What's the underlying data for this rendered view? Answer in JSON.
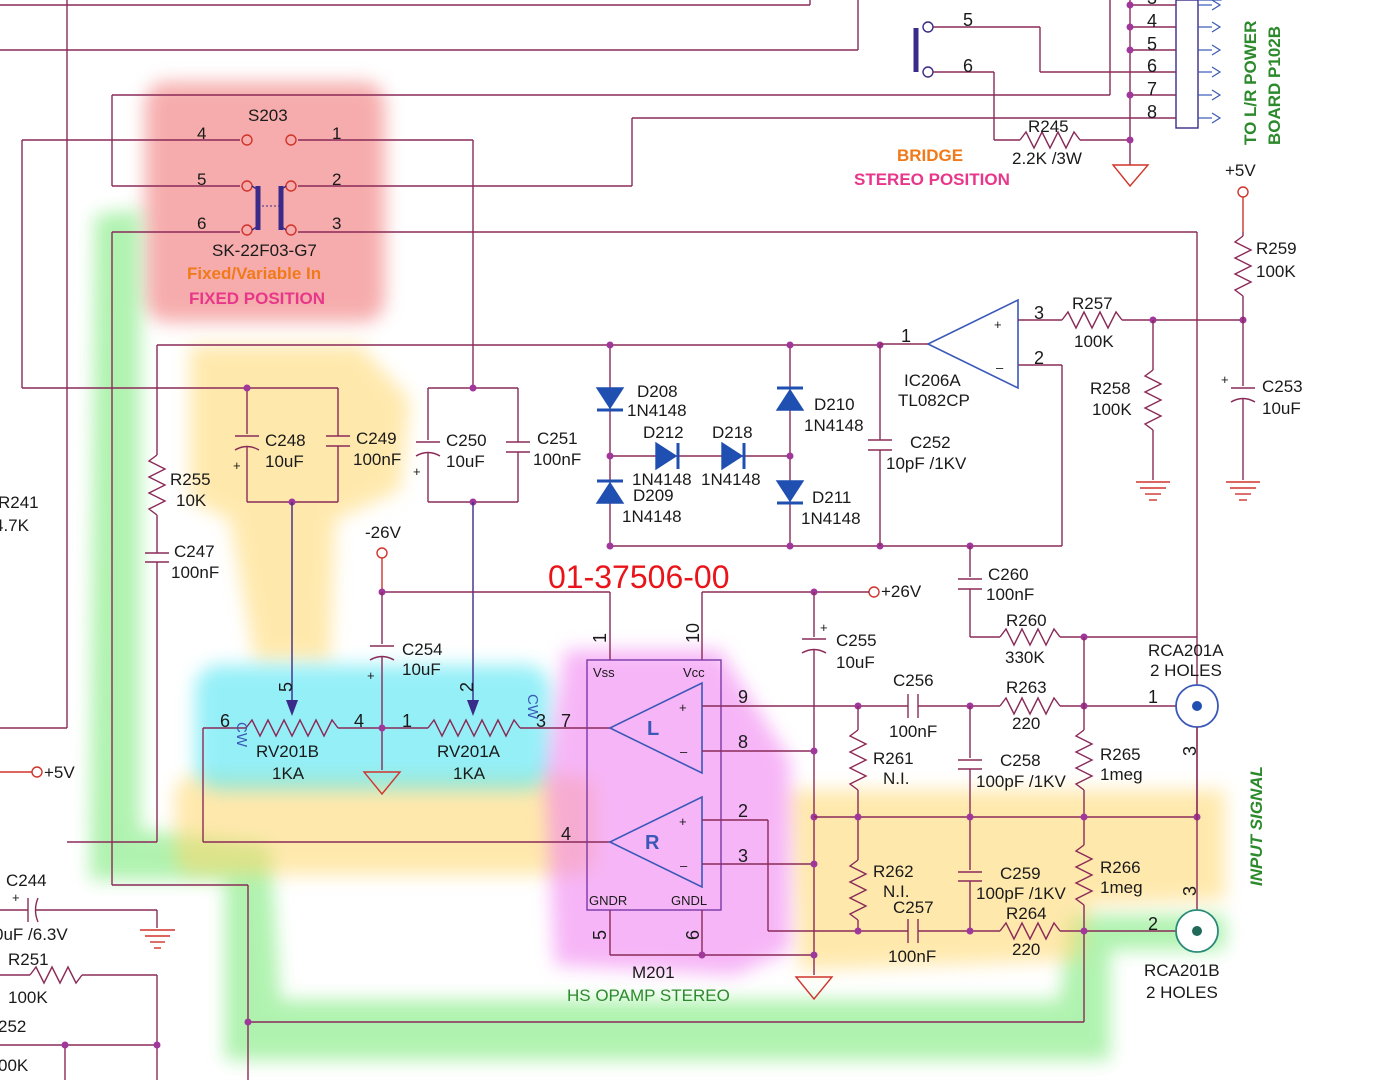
{
  "part_number": "01-37506-00",
  "colors": {
    "highlight_red": "#f06a6a",
    "highlight_yellow": "#ffd76a",
    "highlight_green": "#6ee86e",
    "highlight_cyan": "#3fe3f2",
    "highlight_magenta": "#f07af0",
    "wire": "#8a2a58",
    "opamp": "#3a58b8",
    "part_number": "#e8141a",
    "green_text": "#2c8a2c",
    "orange_text": "#f07a1a",
    "pink_text": "#e8378a"
  },
  "labels": {
    "s203": "S203",
    "s203_part": "SK-22F03-G7",
    "fixed_variable": "Fixed/Variable In",
    "fixed_position": "FIXED POSITION",
    "bridge": "BRIDGE",
    "stereo_position": "STEREO POSITION",
    "to_lr_power_1": "TO L/R POWER",
    "to_lr_power_2": "BOARD P102B",
    "input_signal": "INPUT SIGNAL",
    "rca201a": "RCA201A",
    "rca201a_holes": "2 HOLES",
    "rca201b": "RCA201B",
    "rca201b_holes": "2 HOLES",
    "m201": "M201",
    "m201_desc": "HS OPAMP STEREO",
    "ic206a": "IC206A",
    "ic206a_part": "TL082CP",
    "rv201b": "RV201B",
    "rv201b_val": "1KA",
    "rv201a": "RV201A",
    "rv201a_val": "1KA",
    "cw": "CW",
    "vss": "Vss",
    "vcc": "Vcc",
    "gndr": "GNDR",
    "gndl": "GNDL",
    "ch_l": "L",
    "ch_r": "R",
    "rail_neg26": "-26V",
    "rail_pos26": "+26V",
    "rail_pos5": "+5V",
    "rail_pos5b": "+5V"
  },
  "components": {
    "r245": "R245",
    "r245_val": "2.2K /3W",
    "r259": "R259",
    "r259_val": "100K",
    "r257": "R257",
    "r257_val": "100K",
    "r258": "R258",
    "r258_val": "100K",
    "c253": "C253",
    "c253_val": "10uF",
    "c248": "C248",
    "c248_val": "10uF",
    "c249": "C249",
    "c249_val": "100nF",
    "c250": "C250",
    "c250_val": "10uF",
    "c251": "C251",
    "c251_val": "100nF",
    "r255": "R255",
    "r255_val": "10K",
    "c247": "C247",
    "c247_val": "100nF",
    "r241": "R241",
    "r241_val": "4.7K",
    "d208": "D208",
    "d208_val": "1N4148",
    "d209": "D209",
    "d209_val": "1N4148",
    "d210": "D210",
    "d210_val": "1N4148",
    "d211": "D211",
    "d211_val": "1N4148",
    "d212": "D212",
    "d212_val": "1N4148",
    "d218": "D218",
    "d218_val": "1N4148",
    "c252": "C252",
    "c252_val": "10pF /1KV",
    "c254": "C254",
    "c254_val": "10uF",
    "c255": "C255",
    "c255_val": "10uF",
    "c260": "C260",
    "c260_val": "100nF",
    "r260": "R260",
    "r260_val": "330K",
    "c256": "C256",
    "c256_val": "100nF",
    "r263": "R263",
    "r263_val": "220",
    "r261": "R261",
    "r261_val": "N.I.",
    "c258": "C258",
    "c258_val": "100pF /1KV",
    "r265": "R265",
    "r265_val": "1meg",
    "r262": "R262",
    "r262_val": "N.I.",
    "c259": "C259",
    "c259_val": "100pF /1KV",
    "r266": "R266",
    "r266_val": "1meg",
    "c257": "C257",
    "c257_val": "100nF",
    "r264": "R264",
    "r264_val": "220",
    "c244": "C244",
    "c244_val": "0uF /6.3V",
    "r251": "R251",
    "r251_val": "100K",
    "r252": "252",
    "r252_val": "00K"
  },
  "pins": {
    "s_4": "4",
    "s_1": "1",
    "s_5": "5",
    "s_2": "2",
    "s_6": "6",
    "s_3": "3",
    "jack_5": "5",
    "jack_6": "6",
    "conn_3": "3",
    "conn_4": "4",
    "conn_5": "5",
    "conn_6": "6",
    "conn_7": "7",
    "conn_8": "8",
    "ic_1": "1",
    "ic_2": "2",
    "ic_3": "3",
    "pot_b_6": "6",
    "pot_b_5": "5",
    "pot_b_4": "4",
    "pot_a_1": "1",
    "pot_a_2": "2",
    "pot_a_3": "3",
    "m_1": "1",
    "m_10": "10",
    "m_7": "7",
    "m_9": "9",
    "m_8": "8",
    "m_4": "4",
    "m_2": "2",
    "m_3": "3",
    "m_5": "5",
    "m_6": "6",
    "rca_a_1": "1",
    "rca_a_3": "3",
    "rca_b_3": "3",
    "rca_b_2": "2"
  }
}
